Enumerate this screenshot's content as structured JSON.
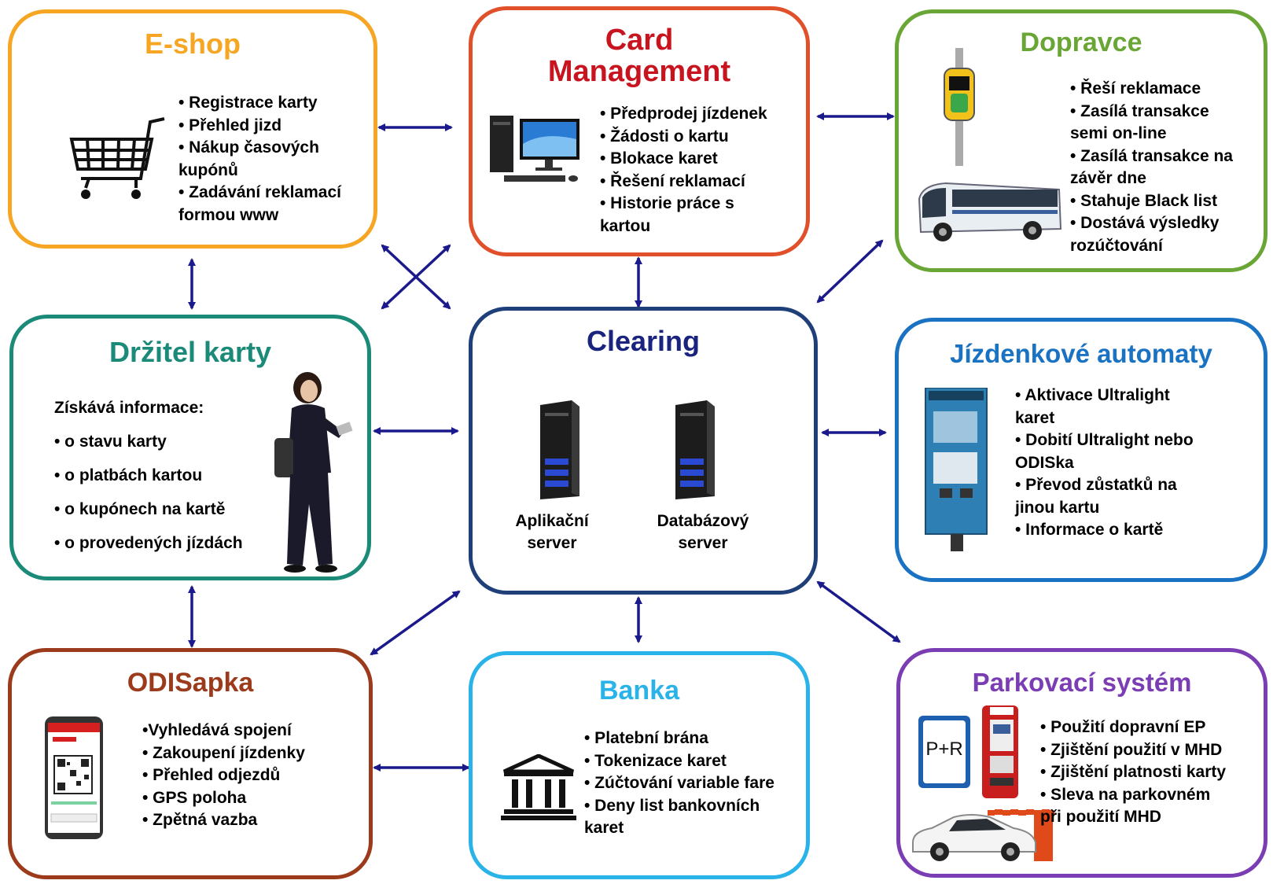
{
  "colors": {
    "eshop": "#f6a623",
    "card": "#e0502a",
    "dopravce": "#6aa636",
    "drzitel": "#1b8a78",
    "clearing": "#1f3f78",
    "automaty": "#1a72c2",
    "odisapka": "#9c3a1c",
    "banka": "#2ab3e8",
    "parkovaci": "#7b3db3",
    "arrow": "#1a1a8c"
  },
  "eshop": {
    "title": "E-shop",
    "icon": "shopping-cart-icon",
    "items": [
      "• Registrace karty",
      "• Přehled jizd",
      "• Nákup časových",
      "kupónů",
      "• Zadávání reklamací",
      "formou www"
    ]
  },
  "card": {
    "title_line1": "Card",
    "title_line2": "Management",
    "icon": "desktop-computer-icon",
    "items": [
      "• Předprodej jízdenek",
      "• Žádosti o kartu",
      "• Blokace karet",
      "• Řešení reklamací",
      "• Historie práce s",
      "kartou"
    ]
  },
  "dopravce": {
    "title": "Dopravce",
    "icons": [
      "card-validator-icon",
      "bus-icon"
    ],
    "items": [
      "• Řeší reklamace",
      "• Zasílá transakce",
      "semi on-line",
      "• Zasílá transakce na",
      "závěr dne",
      "• Stahuje Black list",
      "• Dostává výsledky",
      "rozúčtování"
    ]
  },
  "drzitel": {
    "title": "Držitel karty",
    "icon": "person-icon",
    "items": [
      "Získává informace:",
      "• o stavu karty",
      "• o platbách kartou",
      "• o kupónech na kartě",
      "• o provedených jízdách"
    ]
  },
  "clearing": {
    "title": "Clearing",
    "icons": [
      "server-icon",
      "server-icon"
    ],
    "server1": [
      "Aplikační",
      "server"
    ],
    "server2": [
      "Databázový",
      "server"
    ]
  },
  "automaty": {
    "title": "Jízdenkové automaty",
    "icon": "ticket-machine-icon",
    "items": [
      "• Aktivace Ultralight",
      "karet",
      "• Dobití Ultralight nebo",
      "ODISka",
      "• Převod zůstatků na",
      "jinou kartu",
      "• Informace o kartě"
    ]
  },
  "odisapka": {
    "title": "ODISapka",
    "icon": "smartphone-icon",
    "items": [
      "•Vyhledává spojení",
      "• Zakoupení jízdenky",
      "• Přehled odjezdů",
      "• GPS poloha",
      "• Zpětná vazba"
    ]
  },
  "banka": {
    "title": "Banka",
    "icon": "bank-icon",
    "items": [
      "• Platební brána",
      "• Tokenizace karet",
      "•  Zúčtování variable fare",
      "•  Deny list bankovních",
      "karet"
    ]
  },
  "parkovaci": {
    "title": "Parkovací systém",
    "icons": [
      "parking-sign-icon",
      "parking-machine-icon",
      "car-icon"
    ],
    "sign_text": "P+R",
    "items": [
      "• Použití dopravní EP",
      "• Zjištění použití v MHD",
      "• Zjištění platnosti karty",
      "• Sleva na parkovném",
      "při použití MHD"
    ]
  }
}
